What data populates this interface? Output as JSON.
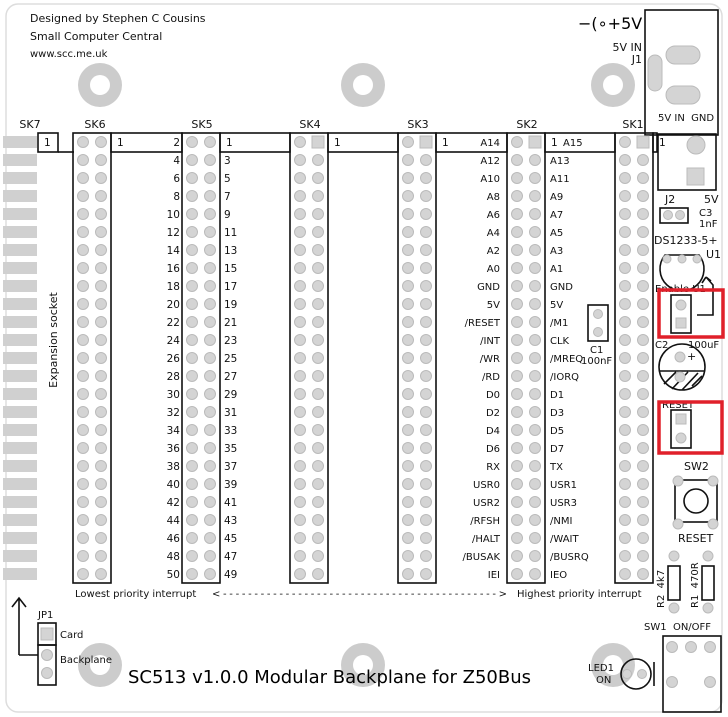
{
  "header": {
    "designer": "Designed by Stephen C Cousins",
    "company": "Small Computer Central",
    "website": "www.scc.me.uk"
  },
  "title": "SC513 v1.0.0 Modular Backplane for Z50Bus",
  "sockets": [
    "SK7",
    "SK6",
    "SK5",
    "SK4",
    "SK3",
    "SK2",
    "SK1"
  ],
  "pin_one": "1",
  "sk5_even": [
    "2",
    "4",
    "6",
    "8",
    "10",
    "12",
    "14",
    "16",
    "18",
    "20",
    "22",
    "24",
    "26",
    "28",
    "30",
    "32",
    "34",
    "36",
    "38",
    "40",
    "42",
    "44",
    "46",
    "48",
    "50"
  ],
  "sk5_odd": [
    "1",
    "3",
    "5",
    "7",
    "9",
    "11",
    "13",
    "15",
    "17",
    "19",
    "21",
    "23",
    "25",
    "27",
    "29",
    "31",
    "33",
    "35",
    "37",
    "39",
    "41",
    "43",
    "45",
    "47",
    "49"
  ],
  "bus_left": [
    "A14",
    "A12",
    "A10",
    "A8",
    "A6",
    "A4",
    "A2",
    "A0",
    "GND",
    "5V",
    "/RESET",
    "/INT",
    "/WR",
    "/RD",
    "D0",
    "D2",
    "D4",
    "D6",
    "RX",
    "USR0",
    "USR2",
    "/RFSH",
    "/HALT",
    "/BUSAK",
    "IEI"
  ],
  "bus_right": [
    "A15",
    "A13",
    "A11",
    "A9",
    "A7",
    "A5",
    "A3",
    "A1",
    "GND",
    "5V",
    "/M1",
    "CLK",
    "/MREQ",
    "/IORQ",
    "D1",
    "D3",
    "D5",
    "D7",
    "TX",
    "USR1",
    "USR3",
    "/NMI",
    "/WAIT",
    "/BUSRQ",
    "IEO"
  ],
  "expansion_label": "Expansion socket",
  "interrupt": {
    "lowest": "Lowest priority interrupt",
    "arrow": "<-------------------------------------------->",
    "highest": "Highest priority interrupt"
  },
  "jp1": {
    "ref": "JP1",
    "card": "Card",
    "backplane": "Backplane"
  },
  "j1": {
    "symbol": "−(∘+5V",
    "label": "5V IN",
    "ref": "J1"
  },
  "j2": {
    "top": "5V IN  GND",
    "ref": "J2",
    "voltage": "5V"
  },
  "c3": {
    "ref": "C3",
    "value": "1nF"
  },
  "u1": {
    "part": "DS1233-5+",
    "ref": "U1",
    "enable": "Enable U1"
  },
  "c1": {
    "ref": "C1",
    "value": "100nF"
  },
  "c2": {
    "ref": "C2",
    "value": "100uF"
  },
  "reset_jumper": "RESET",
  "sw2": {
    "ref": "SW2",
    "label": "RESET"
  },
  "r2": "R2  4k7",
  "r1": "R1  470R",
  "sw1": "SW1  ON/OFF",
  "led1": {
    "ref": "LED1",
    "label": "ON"
  },
  "colors": {
    "highlight": "#e0202a",
    "pad": "#d4d4d4",
    "silk": "#111111"
  }
}
